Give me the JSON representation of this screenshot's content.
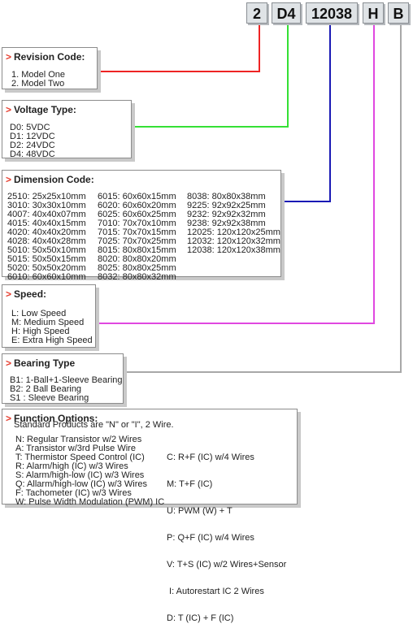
{
  "part_code": [
    "2",
    "D4",
    "12038",
    "H",
    "B"
  ],
  "colors": {
    "revision": "#ee2424",
    "voltage": "#35e035",
    "dimension": "#1a1ab5",
    "speed": "#e048e0",
    "bearing": "#a8a8a8"
  },
  "panels": {
    "revision": {
      "arrow": ">",
      "title": "Revision Code:",
      "lines": [
        "1. Model One",
        "2. Model Two"
      ]
    },
    "voltage": {
      "arrow": ">",
      "title": "Voltage Type:",
      "lines": [
        "D0: 5VDC",
        "D1: 12VDC",
        "D2: 24VDC",
        "D4: 48VDC"
      ]
    },
    "dimension": {
      "arrow": ">",
      "title": "Dimension Code:",
      "col1": [
        "2510: 25x25x10mm",
        "3010: 30x30x10mm",
        "4007: 40x40x07mm",
        "4015: 40x40x15mm",
        "4020: 40x40x20mm",
        "4028: 40x40x28mm",
        "5010: 50x50x10mm",
        "5015: 50x50x15mm",
        "5020: 50x50x20mm",
        "6010: 60x60x10mm"
      ],
      "col2": [
        "6015: 60x60x15mm",
        "6020: 60x60x20mm",
        "6025: 60x60x25mm",
        "7010: 70x70x10mm",
        "7015: 70x70x15mm",
        "7025: 70x70x25mm",
        "8015: 80x80x15mm",
        "8020: 80x80x20mm",
        "8025: 80x80x25mm",
        "8032: 80x80x32mm"
      ],
      "col3": [
        "8038: 80x80x38mm",
        "9225: 92x92x25mm",
        "9232: 92x92x32mm",
        "9238: 92x92x38mm",
        "12025: 120x120x25mm",
        "12032: 120x120x32mm",
        "12038: 120x120x38mm"
      ]
    },
    "speed": {
      "arrow": ">",
      "title": "Speed:",
      "lines": [
        "L: Low Speed",
        "M: Medium Speed",
        "H: High Speed",
        "E: Extra High Speed"
      ]
    },
    "bearing": {
      "arrow": ">",
      "title": "Bearing Type",
      "lines": [
        "B1: 1-Ball+1-Sleeve Bearing",
        "B2: 2 Ball Bearing",
        "S1 : Sleeve Bearing"
      ]
    },
    "function": {
      "arrow": ">",
      "title": "Function Options:",
      "subtitle": "Standard Products are \"N\" or \"I\", 2 Wire.",
      "col1": [
        "N: Regular Transistor w/2 Wires",
        "A: Transistor w/3rd Pulse Wire",
        "T: Thermistor Speed Control (IC)",
        "R: Alarm/high (IC) w/3 Wires",
        "S: Alarm/high-low (IC) w/3 Wires",
        "Q: Allarm/high-low (IC) w/3 Wires",
        "F: Tachometer (IC) w/3 Wires",
        "W: Pulse Width Modulation (PWM) IC"
      ],
      "col2": [
        "C: R+F (IC) w/4 Wires",
        "M: T+F (IC)",
        "U: PWM (W) + T",
        "P: Q+F (IC) w/4 Wires",
        "V: T+S (IC) w/2 Wires+Sensor",
        " I: Autorestart IC 2 Wires",
        "D: T (IC) + F (IC)"
      ]
    }
  }
}
